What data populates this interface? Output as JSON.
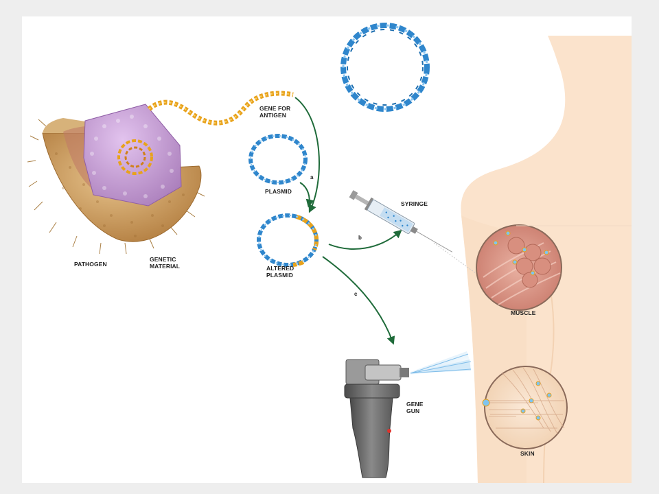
{
  "labels": {
    "gene_for_antigen": [
      "GENE FOR",
      "ANTIGEN"
    ],
    "plasmid": "PLASMID",
    "altered_plasmid": [
      "ALTERED",
      "PLASMID"
    ],
    "pathogen": "PATHOGEN",
    "genetic_material": [
      "GENETIC",
      "MATERIAL"
    ],
    "syringe": "SYRINGE",
    "muscle": "MUSCLE",
    "gene_gun": [
      "GENE",
      "GUN"
    ],
    "skin": "SKIN"
  },
  "steps": {
    "a": "a",
    "b": "b",
    "c": "c"
  },
  "colors": {
    "dna_blue": "#2f86cc",
    "gene_orange": "#e8a21c",
    "arrow_green": "#1f6b3a",
    "body_skin": "#fbe3cc",
    "pathogen_shell": "#c89a5a",
    "pathogen_core": "#c89bd6",
    "gun_gray": "#6d6d6d"
  },
  "icons": {
    "pathogen": "pathogen-virus-icon",
    "plasmid": "plasmid-ring-icon",
    "syringe": "syringe-icon",
    "gene_gun": "gene-gun-icon",
    "muscle": "muscle-fiber-magnifier-icon",
    "skin": "skin-cells-magnifier-icon"
  }
}
